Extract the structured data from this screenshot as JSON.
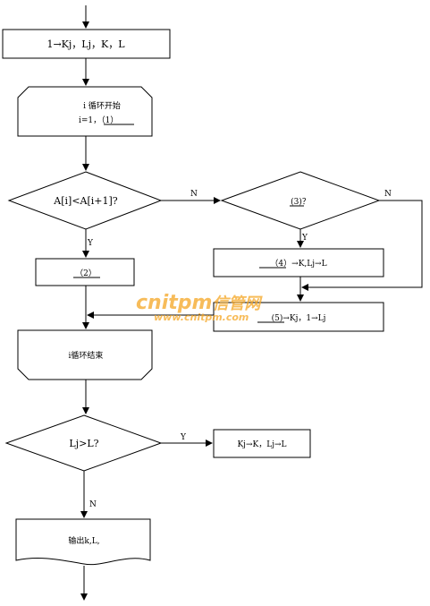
{
  "diagram": {
    "init_box": "1→Kj，Lj，K，L",
    "loop_start": {
      "line1": "i 循环开始",
      "line2_prefix": "i=1，",
      "line2_blank": "（1）"
    },
    "cond1": "A[i]<A[i+1]?",
    "cond1_no": "N",
    "cond1_yes": "Y",
    "blank2": "（2）",
    "cond3": {
      "blank": "(3)",
      "suffix": "？"
    },
    "cond3_no": "N",
    "cond3_yes": "Y",
    "box4": {
      "blank": "（4）",
      "suffix": "→K,Lj→L"
    },
    "box5": {
      "blank": "(5)",
      "suffix": "→Kj，1→Lj"
    },
    "loop_end": "i循环结束",
    "cond2": "Lj>L?",
    "cond2_yes": "Y",
    "cond2_no": "N",
    "result_box": "Kj→K，Lj→L",
    "output": "输出k,L,"
  },
  "watermark": {
    "brand": "cnitpm",
    "brand_cn": "信管网",
    "url": "www.cnitpm.com",
    "color": "#f5a623"
  }
}
